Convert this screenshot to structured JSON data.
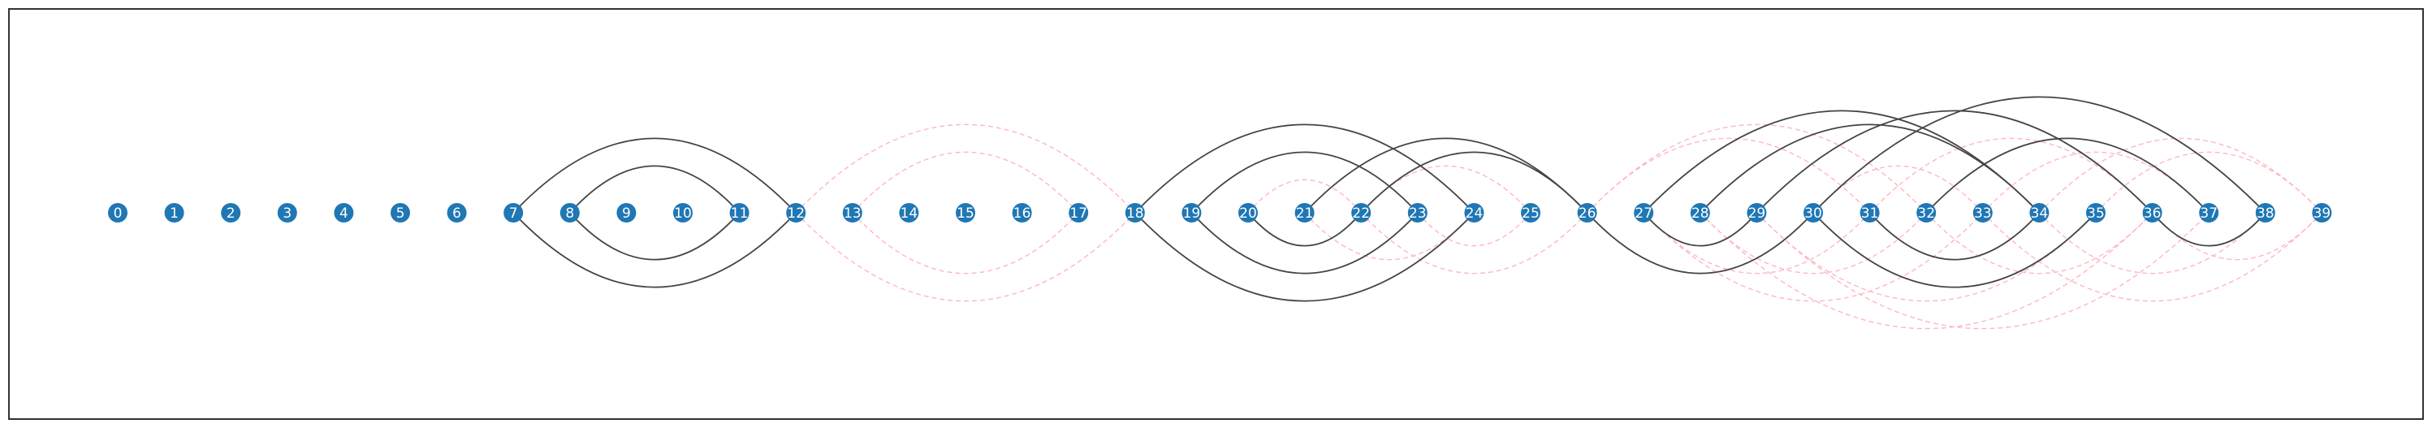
{
  "diagram": {
    "type": "arc-diagram",
    "node_count": 40,
    "node_labels": [
      "0",
      "1",
      "2",
      "3",
      "4",
      "5",
      "6",
      "7",
      "8",
      "9",
      "10",
      "11",
      "12",
      "13",
      "14",
      "15",
      "16",
      "17",
      "18",
      "19",
      "20",
      "21",
      "22",
      "23",
      "24",
      "25",
      "26",
      "27",
      "28",
      "29",
      "30",
      "31",
      "32",
      "33",
      "34",
      "35",
      "36",
      "37",
      "38",
      "39"
    ],
    "colors": {
      "node_fill": "#1f77b4",
      "node_label": "#ffffff",
      "solid_edge": "#444444",
      "dashed_edge": "#ffb6c1",
      "frame": "#333333"
    },
    "solid_edges": [
      {
        "from": 7,
        "to": 12,
        "side": "above"
      },
      {
        "from": 7,
        "to": 12,
        "side": "below"
      },
      {
        "from": 8,
        "to": 11,
        "side": "above"
      },
      {
        "from": 8,
        "to": 11,
        "side": "below"
      },
      {
        "from": 18,
        "to": 24,
        "side": "above"
      },
      {
        "from": 18,
        "to": 24,
        "side": "below"
      },
      {
        "from": 19,
        "to": 23,
        "side": "above"
      },
      {
        "from": 19,
        "to": 23,
        "side": "below"
      },
      {
        "from": 20,
        "to": 22,
        "side": "below"
      },
      {
        "from": 21,
        "to": 26,
        "side": "above"
      },
      {
        "from": 22,
        "to": 26,
        "side": "above"
      },
      {
        "from": 26,
        "to": 30,
        "side": "below"
      },
      {
        "from": 27,
        "to": 34,
        "side": "above"
      },
      {
        "from": 27,
        "to": 29,
        "side": "below"
      },
      {
        "from": 28,
        "to": 34,
        "side": "above"
      },
      {
        "from": 29,
        "to": 36,
        "side": "above"
      },
      {
        "from": 30,
        "to": 38,
        "side": "above"
      },
      {
        "from": 30,
        "to": 35,
        "side": "below"
      },
      {
        "from": 31,
        "to": 34,
        "side": "below"
      },
      {
        "from": 32,
        "to": 37,
        "side": "above"
      },
      {
        "from": 36,
        "to": 38,
        "side": "below"
      }
    ],
    "dashed_edges": [
      {
        "from": 12,
        "to": 18,
        "side": "above"
      },
      {
        "from": 12,
        "to": 18,
        "side": "below"
      },
      {
        "from": 13,
        "to": 17,
        "side": "above"
      },
      {
        "from": 13,
        "to": 17,
        "side": "below"
      },
      {
        "from": 20,
        "to": 22,
        "side": "above"
      },
      {
        "from": 21,
        "to": 24,
        "side": "below"
      },
      {
        "from": 22,
        "to": 25,
        "side": "above"
      },
      {
        "from": 22,
        "to": 26,
        "side": "below"
      },
      {
        "from": 23,
        "to": 25,
        "side": "below"
      },
      {
        "from": 26,
        "to": 32,
        "side": "above"
      },
      {
        "from": 26,
        "to": 31,
        "side": "above"
      },
      {
        "from": 27,
        "to": 31,
        "side": "below"
      },
      {
        "from": 27,
        "to": 33,
        "side": "below"
      },
      {
        "from": 28,
        "to": 32,
        "side": "below"
      },
      {
        "from": 28,
        "to": 36,
        "side": "below"
      },
      {
        "from": 29,
        "to": 35,
        "side": "below"
      },
      {
        "from": 29,
        "to": 37,
        "side": "below"
      },
      {
        "from": 30,
        "to": 33,
        "side": "above"
      },
      {
        "from": 31,
        "to": 36,
        "side": "above"
      },
      {
        "from": 32,
        "to": 36,
        "side": "below"
      },
      {
        "from": 33,
        "to": 37,
        "side": "above"
      },
      {
        "from": 33,
        "to": 39,
        "side": "below"
      },
      {
        "from": 34,
        "to": 38,
        "side": "below"
      },
      {
        "from": 34,
        "to": 39,
        "side": "above"
      },
      {
        "from": 35,
        "to": 39,
        "side": "above"
      },
      {
        "from": 36,
        "to": 39,
        "side": "below"
      }
    ]
  }
}
